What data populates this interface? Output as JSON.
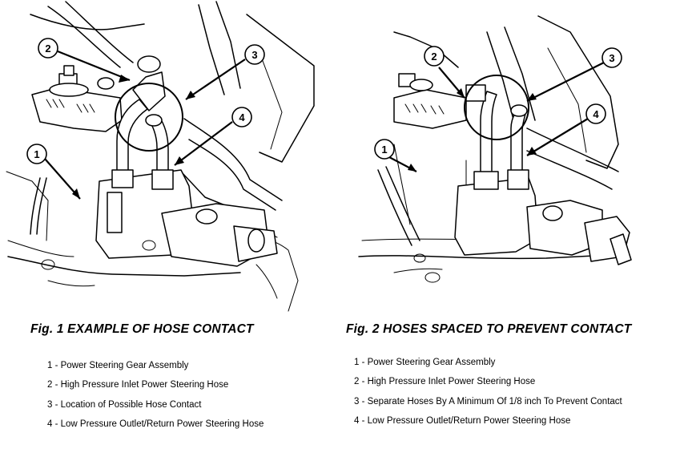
{
  "figures": [
    {
      "caption": "Fig. 1 EXAMPLE OF HOSE CONTACT",
      "callouts": [
        "1",
        "2",
        "3",
        "4"
      ],
      "legend": [
        "1 - Power Steering Gear Assembly",
        "2 - High Pressure Inlet Power Steering Hose",
        "3 - Location of Possible Hose Contact",
        "4 - Low Pressure Outlet/Return Power Steering Hose"
      ]
    },
    {
      "caption": "Fig. 2 HOSES SPACED TO PREVENT CONTACT",
      "callouts": [
        "1",
        "2",
        "3",
        "4"
      ],
      "legend": [
        "1 - Power Steering Gear Assembly",
        "2 - High Pressure Inlet Power Steering Hose",
        "3 - Separate Hoses By A Minimum Of 1/8 inch To Prevent Contact",
        "4 - Low Pressure Outlet/Return Power Steering Hose"
      ]
    }
  ]
}
